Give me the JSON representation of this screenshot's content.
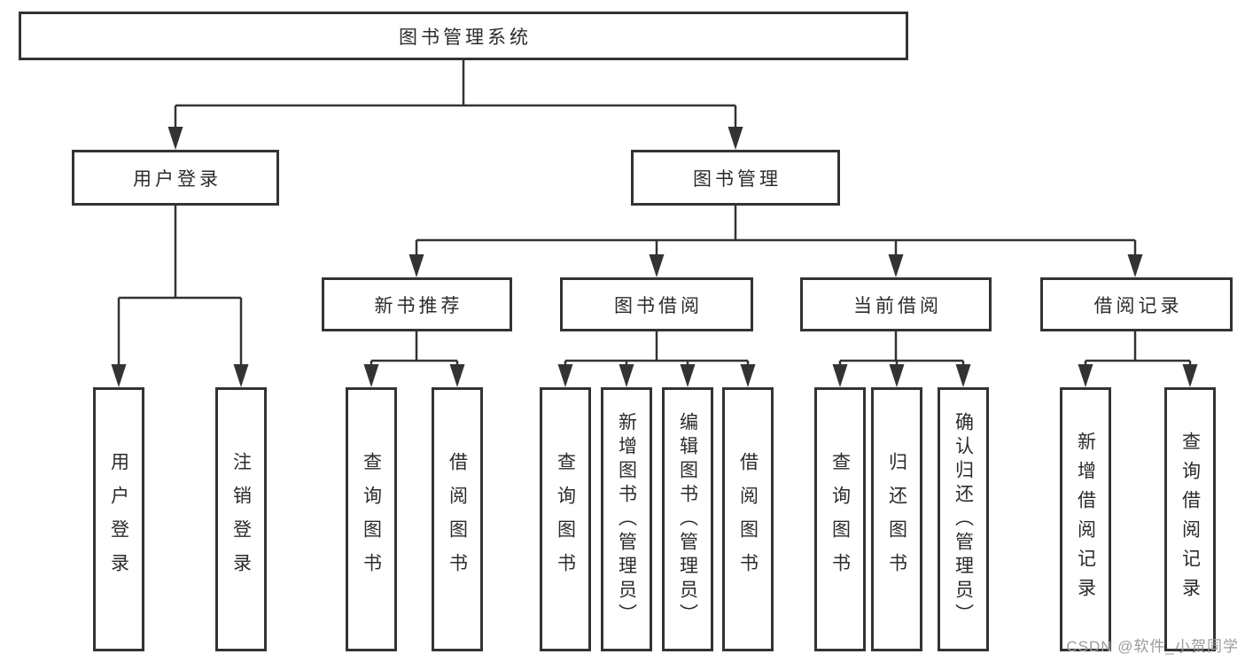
{
  "diagram": {
    "type": "hierarchy-tree",
    "tree": {
      "root": {
        "label": "图书管理系统"
      },
      "branches": [
        {
          "label": "用户登录",
          "children": [
            {
              "label": "用户登录"
            },
            {
              "label": "注销登录"
            }
          ]
        },
        {
          "label": "图书管理",
          "children": [
            {
              "label": "新书推荐",
              "children": [
                {
                  "label": "查询图书"
                },
                {
                  "label": "借阅图书"
                }
              ]
            },
            {
              "label": "图书借阅",
              "children": [
                {
                  "label": "查询图书"
                },
                {
                  "label": "新增图书（管理员）"
                },
                {
                  "label": "编辑图书（管理员）"
                },
                {
                  "label": "借阅图书"
                }
              ]
            },
            {
              "label": "当前借阅",
              "children": [
                {
                  "label": "查询图书"
                },
                {
                  "label": "归还图书"
                },
                {
                  "label": "确认归还（管理员）"
                }
              ]
            },
            {
              "label": "借阅记录",
              "children": [
                {
                  "label": "新增借阅记录"
                },
                {
                  "label": "查询借阅记录"
                }
              ]
            }
          ]
        }
      ]
    },
    "colors": {
      "line": "#333333",
      "box_border": "#333333",
      "box_fill": "#ffffff",
      "text": "#2b2b2b",
      "background": "#ffffff"
    }
  },
  "watermark": {
    "text": "CSDN @软件_小贺同学",
    "color": "#9b9b9b"
  }
}
